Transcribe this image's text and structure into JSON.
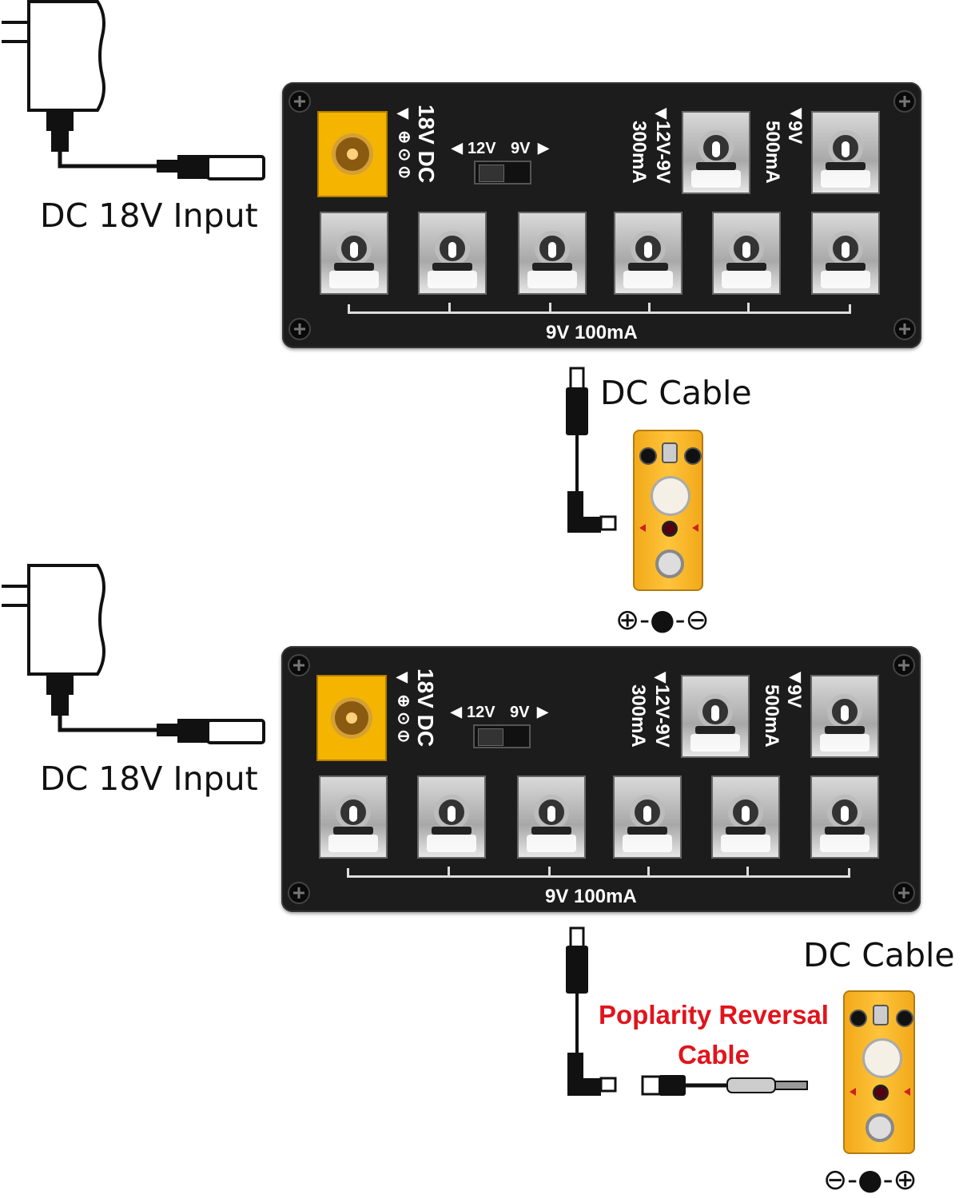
{
  "top": {
    "input_label": "DC 18V Input",
    "cable_label": "DC Cable",
    "panel": {
      "input_text": "18V DC",
      "switch_left": "12V",
      "switch_right": "9V",
      "out1_line1": "12V-9V",
      "out1_line2": "300mA",
      "out2_line1": "9V",
      "out2_line2": "500mA",
      "bus_label": "9V 100mA"
    }
  },
  "bottom": {
    "input_label": "DC 18V Input",
    "cable_label": "DC Cable",
    "reversal_label_line1": "Poplarity Reversal",
    "reversal_label_line2": "Cable",
    "panel": {
      "input_text": "18V DC",
      "switch_left": "12V",
      "switch_right": "9V",
      "out1_line1": "12V-9V",
      "out1_line2": "300mA",
      "out2_line1": "9V",
      "out2_line2": "500mA",
      "bus_label": "9V 100mA"
    }
  },
  "colors": {
    "panel": "#1c1c1c",
    "input_jack": "#f4b400",
    "pedal": "#ffc43b",
    "reversal_text": "#e0141c"
  },
  "icons": [
    "wall-adapter-icon",
    "dc-plug-icon",
    "polarity-symbol-icon",
    "screw-icon"
  ]
}
